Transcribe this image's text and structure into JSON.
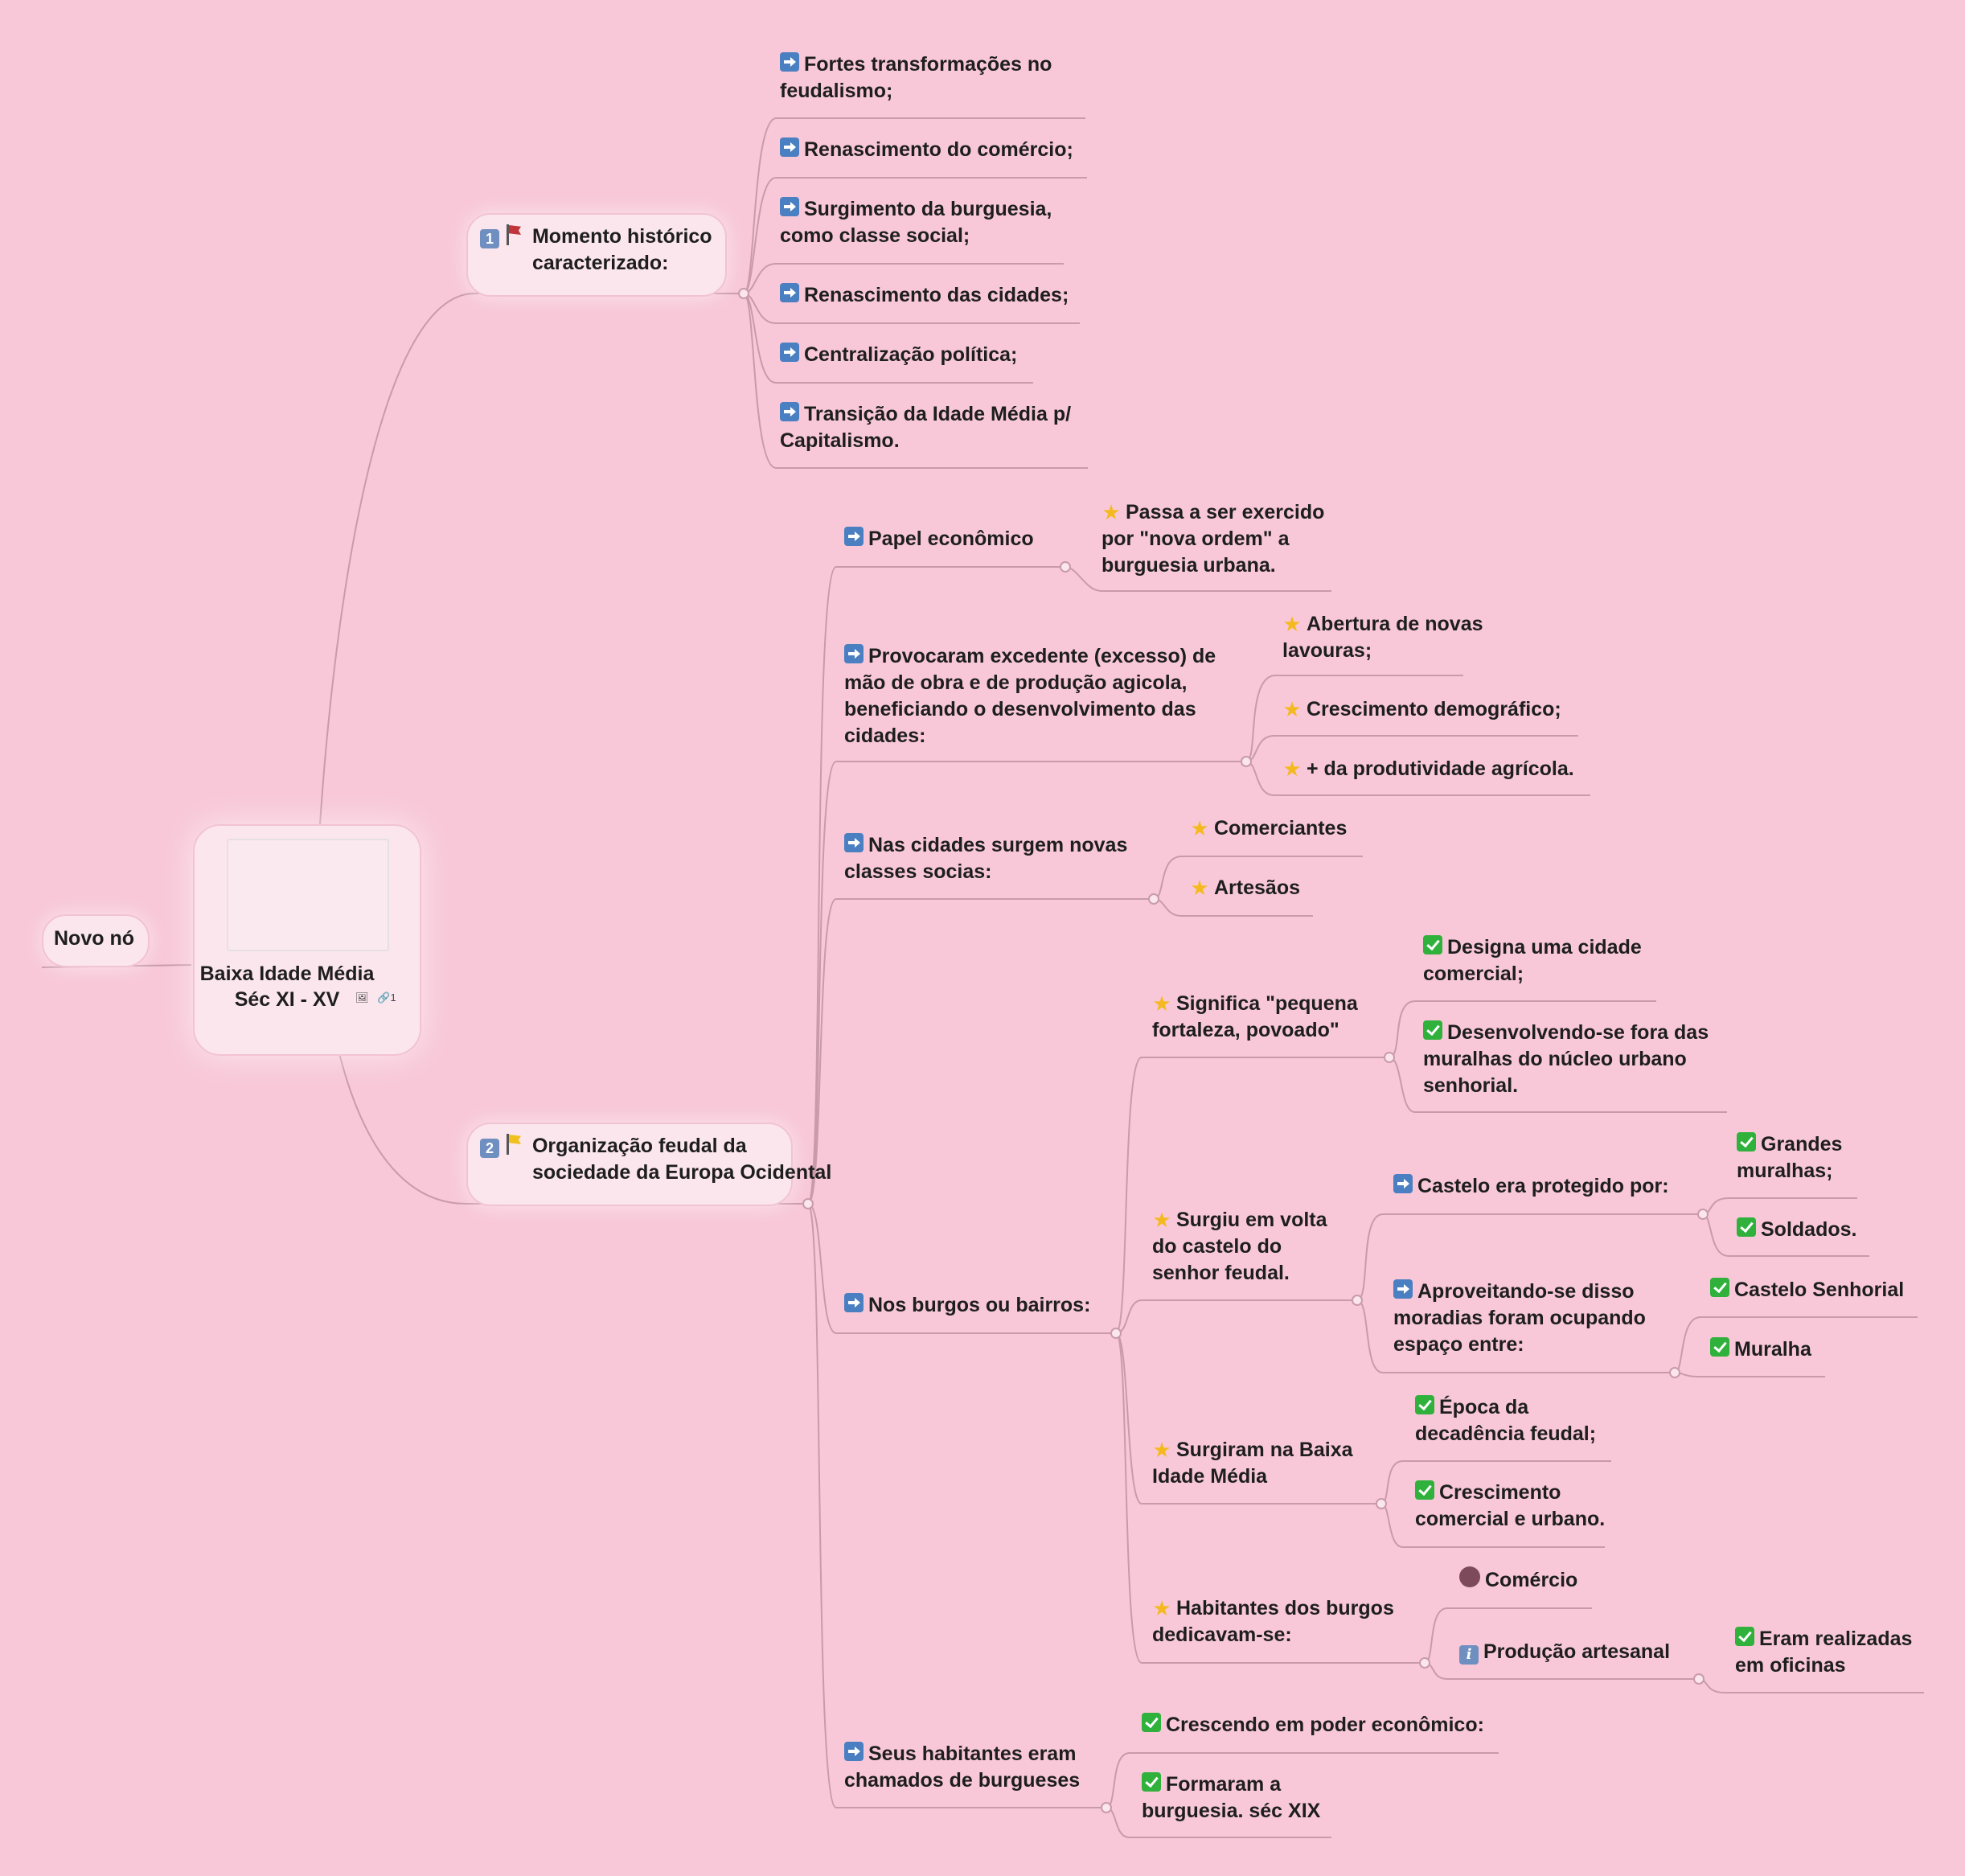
{
  "root": {
    "title": "Baixa Idade Média Séc XI - XV",
    "attachment_icon": "image-icon",
    "link_count": "1"
  },
  "floating_node": {
    "label": "Novo nó"
  },
  "branches": [
    {
      "label": "Momento histórico caracterizado:",
      "number_icon": "1",
      "flag": "red-flag",
      "children": [
        "Fortes transformações no feudalismo;",
        "Renascimento do comércio;",
        "Surgimento da burguesia, como classe social;",
        "Renascimento das cidades;",
        "Centralização política;",
        "Transição da Idade Média p/ Capitalismo."
      ]
    },
    {
      "label": "Organização feudal da sociedade da Europa Ocidental",
      "number_icon": "2",
      "flag": "yellow-flag",
      "children": [
        {
          "label": "Papel econômico",
          "children": [
            "Passa a ser exercido por \"nova ordem\" a burguesia urbana."
          ]
        },
        {
          "label": "Provocaram excedente (excesso) de mão de obra e de produção agicola, beneficiando o desenvolvimento das cidades:",
          "children": [
            "Abertura de novas lavouras;",
            "Crescimento demográfico;",
            "+ da produtividade agrícola."
          ]
        },
        {
          "label": "Nas cidades surgem novas classes socias:",
          "children": [
            "Comerciantes",
            "Artesãos"
          ]
        },
        {
          "label": "Nos burgos ou bairros:",
          "children": [
            {
              "label": "Significa \"pequena fortaleza, povoado\"",
              "children": [
                "Designa uma cidade comercial;",
                "Desenvolvendo-se  fora das muralhas do núcleo urbano senhorial."
              ]
            },
            {
              "label": "Surgiu em volta do castelo do senhor feudal.",
              "children": [
                {
                  "label": "Castelo era protegido por:",
                  "children": [
                    "Grandes muralhas;",
                    "Soldados."
                  ]
                },
                {
                  "label": "Aproveitando-se disso moradias foram ocupando espaço entre:",
                  "children": [
                    "Castelo Senhorial",
                    "Muralha"
                  ]
                }
              ]
            },
            {
              "label": "Surgiram na Baixa Idade Média",
              "children": [
                "Época da decadência feudal;",
                "Crescimento comercial e urbano."
              ]
            },
            {
              "label": "Habitantes dos burgos dedicavam-se:",
              "children": [
                {
                  "label": "Comércio"
                },
                {
                  "label": "Produção artesanal",
                  "children": [
                    "Eram realizadas em oficinas"
                  ]
                }
              ]
            }
          ]
        },
        {
          "label": "Seus habitantes eram chamados de burgueses",
          "children": [
            "Crescendo em poder econômico:",
            "Formaram a burguesia. séc XIX"
          ]
        }
      ]
    }
  ],
  "colors": {
    "background": "#f8c8d8",
    "connector": "#c99aaa",
    "node_fill": "#fbe6ee"
  }
}
